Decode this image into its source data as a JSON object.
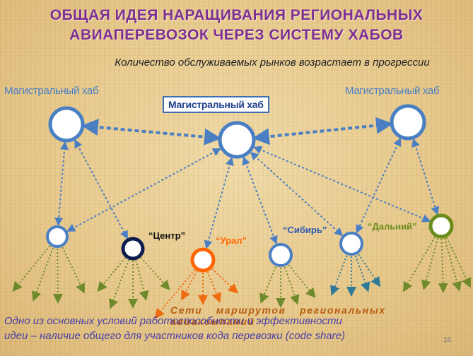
{
  "title": {
    "line1": "ОБЩАЯ  ИДЕЯ НАРАЩИВАНИЯ РЕГИОНАЛЬНЫХ",
    "line2": "АВИАПЕРЕВОЗОК ЧЕРЕЗ  СИСТЕМУ ХАБОВ"
  },
  "subtitle": "Количество обслуживаемых рынков возрастает в прогрессии",
  "hubs": {
    "left_label": "Магистральный хаб",
    "center_label": "Магистральный хаб",
    "right_label": "Магистральный хаб"
  },
  "regions": {
    "center": "“Центр”",
    "ural": "“Урал”",
    "siberia": "“Сибирь”",
    "far_east": "“Дальний”"
  },
  "bottom_line": "Сети маршрутов региональных авиакомпаний",
  "note": {
    "line1": "Одно из основных условий работоспособности и эффективности",
    "line2": "идеи – наличие общего  для участников  кода перевозки  (code share)"
  },
  "page_number": "16",
  "colors": {
    "title": "#7d2f93",
    "hub_ring": "#4a7fc4",
    "center_region_ring": "#0d1b4d",
    "ural_ring": "#ff6600",
    "far_east_ring": "#6a8c1a",
    "blue_link": "#4a7fc4",
    "green_link": "#6f8a2a",
    "orange_link": "#f06a10",
    "teal_link": "#2f7a98"
  }
}
